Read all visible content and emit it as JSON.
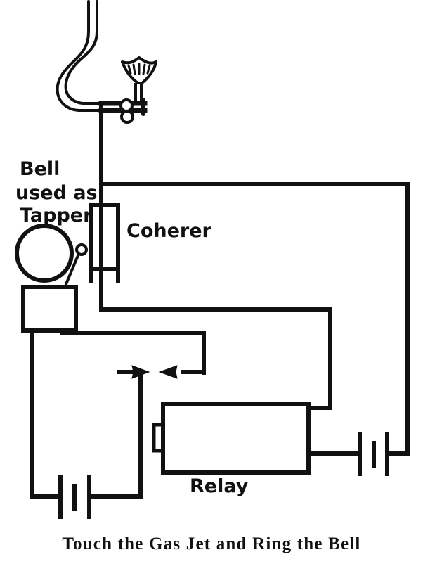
{
  "figure": {
    "kind": "circuit-diagram",
    "caption": "Touch the Gas Jet and Ring the Bell",
    "line_color": "#111111",
    "background_color": "#ffffff"
  },
  "labels": {
    "bell_line_1": "Bell",
    "bell_line_2": "used as",
    "bell_line_3": "Tapper",
    "coherer": "Coherer",
    "relay": "Relay"
  },
  "components": [
    {
      "name": "gas-jet",
      "label": ""
    },
    {
      "name": "flame",
      "label": ""
    },
    {
      "name": "antenna-wire",
      "label": ""
    },
    {
      "name": "coherer",
      "label": "Coherer"
    },
    {
      "name": "bell",
      "label": "Bell used as Tapper"
    },
    {
      "name": "tapper-box",
      "label": ""
    },
    {
      "name": "relay",
      "label": "Relay"
    },
    {
      "name": "battery-left",
      "label": ""
    },
    {
      "name": "battery-right",
      "label": ""
    },
    {
      "name": "contact-points",
      "label": ""
    }
  ]
}
